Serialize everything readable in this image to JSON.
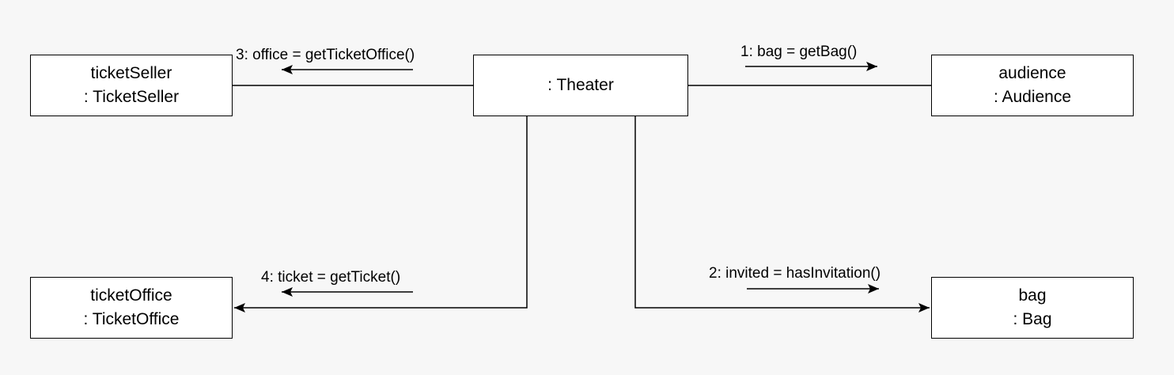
{
  "diagram": {
    "type": "uml-communication-diagram",
    "background_color": "#f7f7f7",
    "line_color": "#000000",
    "objects": {
      "theater": {
        "line1": ": Theater"
      },
      "ticket_seller": {
        "line1": "ticketSeller",
        "line2": ": TicketSeller"
      },
      "audience": {
        "line1": "audience",
        "line2": ": Audience"
      },
      "ticket_office": {
        "line1": "ticketOffice",
        "line2": ": TicketOffice"
      },
      "bag": {
        "line1": "bag",
        "line2": ": Bag"
      }
    },
    "messages": {
      "m1": {
        "label": "1: bag = getBag()",
        "from": "theater",
        "to": "audience"
      },
      "m2": {
        "label": "2: invited = hasInvitation()",
        "from": "theater",
        "to": "bag"
      },
      "m3": {
        "label": "3: office = getTicketOffice()",
        "from": "theater",
        "to": "ticket_seller"
      },
      "m4": {
        "label": "4: ticket = getTicket()",
        "from": "theater",
        "to": "ticket_office"
      }
    }
  }
}
